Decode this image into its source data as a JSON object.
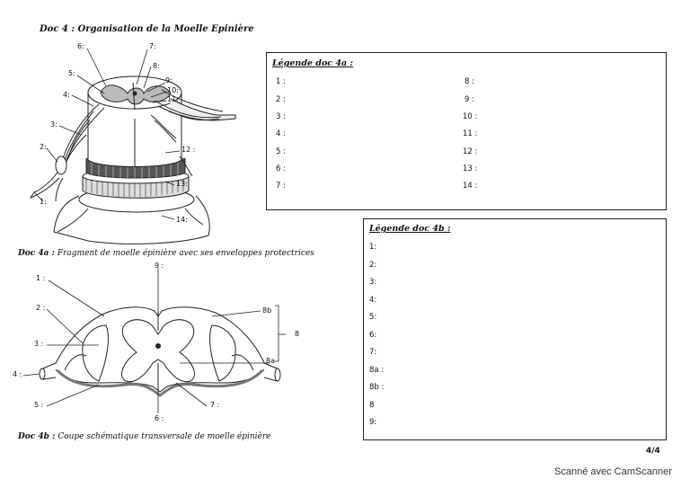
{
  "doc4_title": "Doc 4 : Organisation de la Moelle Epinière",
  "doc4a": {
    "caption_label": "Doc 4a :",
    "caption_text": "Fragment de moelle épinière avec ses enveloppes protectrices",
    "labels": [
      "1:",
      "2:",
      "3:",
      "4:",
      "5:",
      "6:",
      "7:",
      "8:",
      "9:",
      "10:",
      "11:",
      "12 :",
      "13:",
      "14:"
    ]
  },
  "doc4b": {
    "caption_label": "Doc 4b :",
    "caption_text": "Coupe schématique transversale de moelle épinière",
    "labels": [
      "1 :",
      "2 :",
      "3 :",
      "4 :",
      "5 :",
      "6 :",
      "7 :",
      "8b",
      "8a",
      "8",
      "9 :"
    ]
  },
  "legend_4a": {
    "title": "Légende doc 4a :",
    "left": [
      "1 :",
      "2 :",
      "3 :",
      "4 :",
      "5 :",
      "6 :",
      "7 :"
    ],
    "right": [
      "8 :",
      "9 :",
      "10 :",
      "11 :",
      "12 :",
      "13 :",
      "14 :"
    ]
  },
  "legend_4b": {
    "title": "Légende doc 4b :",
    "items": [
      "1:",
      "2:",
      "3:",
      "4:",
      "5:",
      "6:",
      "7:",
      "8a :",
      "8b :",
      "8",
      "9:"
    ]
  },
  "page_number": "4/4",
  "scanner_note": "Scanné avec CamScanner"
}
